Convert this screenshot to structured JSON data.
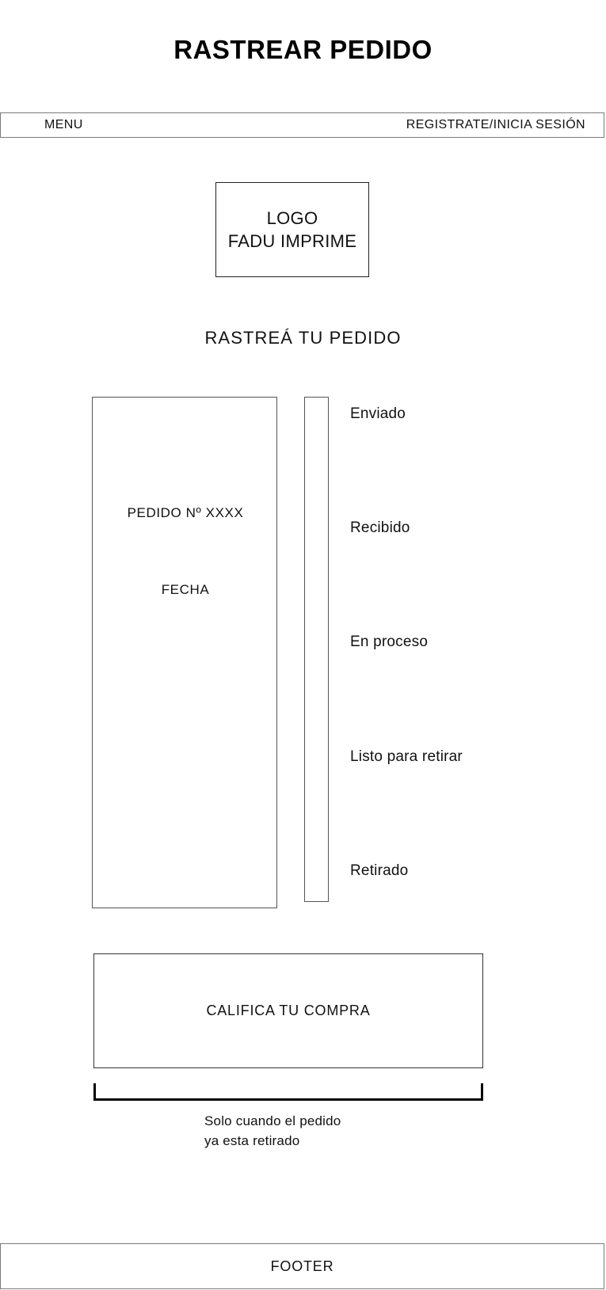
{
  "page": {
    "title": "RASTREAR PEDIDO"
  },
  "navbar": {
    "menu_label": "MENU",
    "account_label": "REGISTRATE/INICIA SESIÓN"
  },
  "logo": {
    "line1": "LOGO",
    "line2": "FADU IMPRIME"
  },
  "main": {
    "section_heading": "RASTREÁ TU PEDIDO",
    "order_panel": {
      "order_number": "PEDIDO Nº XXXX",
      "order_date": "FECHA"
    },
    "tracker": {
      "steps": [
        {
          "label": "Enviado"
        },
        {
          "label": "Recibido"
        },
        {
          "label": "En proceso"
        },
        {
          "label": "Listo para retirar"
        },
        {
          "label": "Retirado"
        }
      ]
    },
    "rating": {
      "label": "CALIFICA TU COMPRA",
      "note_line1": "Solo cuando el pedido",
      "note_line2": "ya esta retirado"
    }
  },
  "footer": {
    "label": "FOOTER"
  }
}
